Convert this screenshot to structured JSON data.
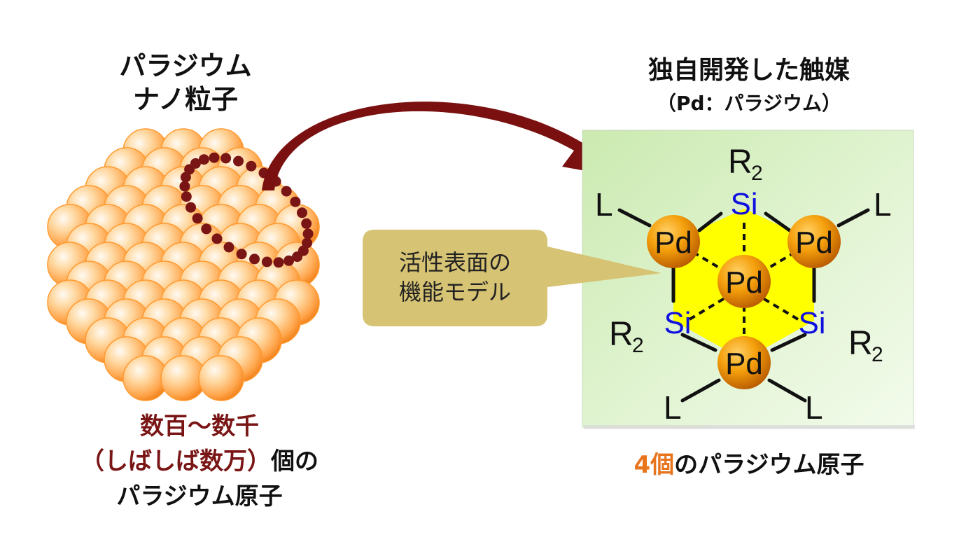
{
  "left": {
    "title_line1": "パラジウム",
    "title_line2": "ナノ粒子",
    "caption_line1": "数百〜数千",
    "caption_line2_red": "（しばしば数万）",
    "caption_line2_black": "個の",
    "caption_line3": "パラジウム原子"
  },
  "right": {
    "title_line1": "独自開発した触媒",
    "title_line2": "（Pd：パラジウム）",
    "caption_number": "4個",
    "caption_rest": "のパラジウム原子"
  },
  "callout": {
    "line1": "活性表面の",
    "line2": "機能モデル"
  },
  "molecule": {
    "pd": "Pd",
    "si": "Si",
    "r": "R",
    "r_sub": "2",
    "ligand": "L"
  },
  "colors": {
    "maroon": "#7a1515",
    "orange_accent": "#e8741c",
    "panel_green": "#d4f0c2",
    "core_yellow": "#ffff00",
    "si_blue": "#1010e0",
    "callout_khaki": "#d6c374"
  }
}
